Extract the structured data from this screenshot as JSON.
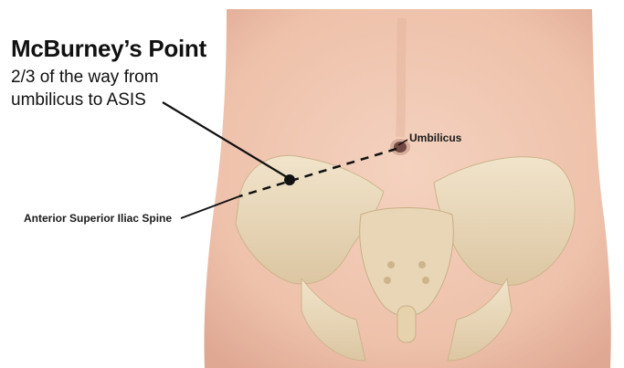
{
  "title": "McBurney’s Point",
  "subtitle_lines": [
    "2/3 of the way from",
    "umbilicus to ASIS"
  ],
  "labels": {
    "umbilicus": "Umbilicus",
    "asis": "Anterior Superior Iliac Spine"
  },
  "colors": {
    "skin": "#f0c7b1",
    "skin_shadow": "#e2ac95",
    "bone": "#ecdcbf",
    "bone_shadow": "#d8c29d",
    "line": "#111111"
  }
}
